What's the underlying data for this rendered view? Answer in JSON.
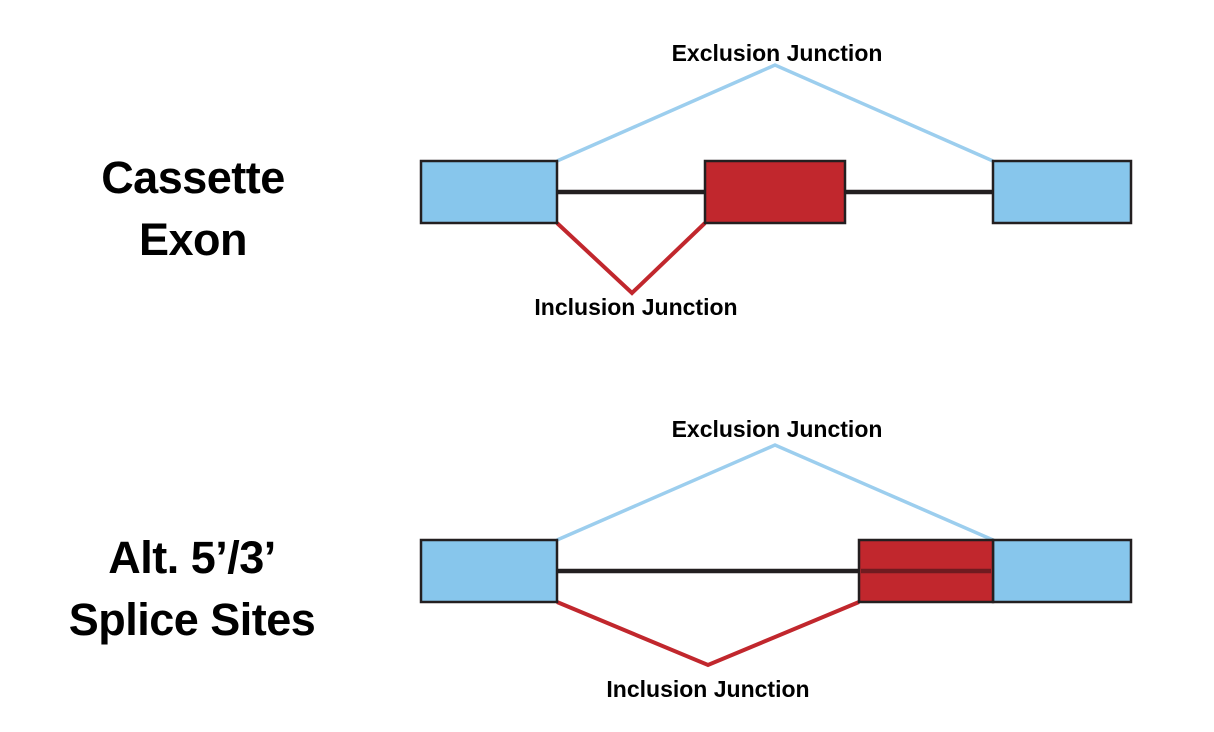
{
  "figure": {
    "description": "Alternative splicing junction diagram"
  },
  "colors": {
    "background": "#FFFFFF",
    "exon_blue": "#87C6EC",
    "alt_exon_red": "#C1272D",
    "exclusion_line": "#9CCEEE",
    "inclusion_line": "#C1272D",
    "intron_black": "#231F20",
    "outline": "#231F20",
    "stripe_dark_red": "#701B20",
    "label_text": "#000000"
  },
  "sections": [
    {
      "title_line1": "Cassette",
      "title_line2": "Exon",
      "exclusion_label": "Exclusion Junction",
      "inclusion_label": "Inclusion Junction"
    },
    {
      "title_line1": "Alt. 5’/3’",
      "title_line2": "Splice Sites",
      "exclusion_label": "Exclusion Junction",
      "inclusion_label": "Inclusion Junction"
    }
  ]
}
